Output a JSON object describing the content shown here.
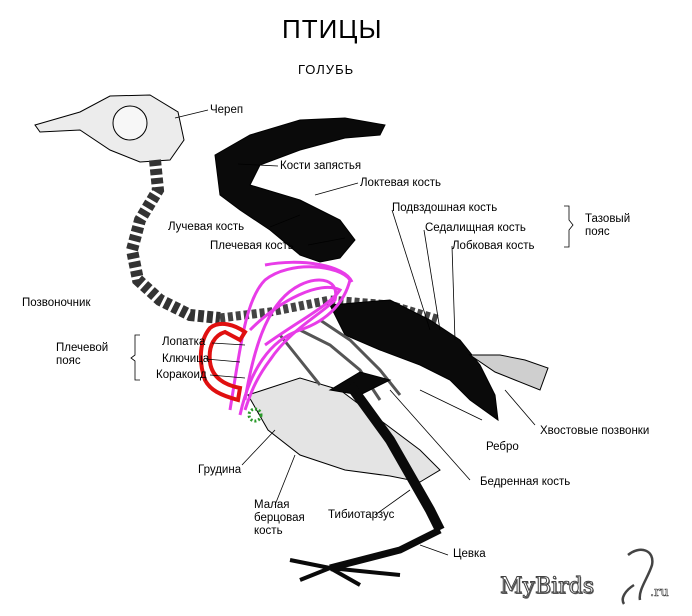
{
  "title": "ПТИЦЫ",
  "subtitle": "ГОЛУБЬ",
  "labels": {
    "skull": "Череп",
    "carpal": "Кости запястья",
    "ulna": "Локтевая кость",
    "radius": "Лучевая кость",
    "humerus": "Плечевая кость",
    "ilium": "Подвздошная кость",
    "ischium": "Седалищная кость",
    "pubis": "Лобковая кость",
    "pelvic_girdle_1": "Тазовый",
    "pelvic_girdle_2": "пояс",
    "spine": "Позвоночник",
    "shoulder_girdle_1": "Плечевой",
    "shoulder_girdle_2": "пояс",
    "scapula": "Лопатка",
    "clavicle": "Ключица",
    "coracoid": "Коракоид",
    "tail_vertebrae": "Хвостовые позвонки",
    "rib": "Ребро",
    "femur": "Бедренная кость",
    "sternum": "Грудина",
    "fibula_1": "Малая",
    "fibula_2": "берцовая",
    "fibula_3": "кость",
    "tibiotarsus": "Тибиотарзус",
    "tarsus": "Цевка"
  },
  "watermark": {
    "name": "MyBirds",
    "tld": ".ru"
  },
  "colors": {
    "bone_dark": "#0a0a0a",
    "bone_light": "#e6e6e6",
    "scribble_magenta": "#e83ce8",
    "scribble_red": "#e01010",
    "scribble_green": "#2a9a2a"
  }
}
